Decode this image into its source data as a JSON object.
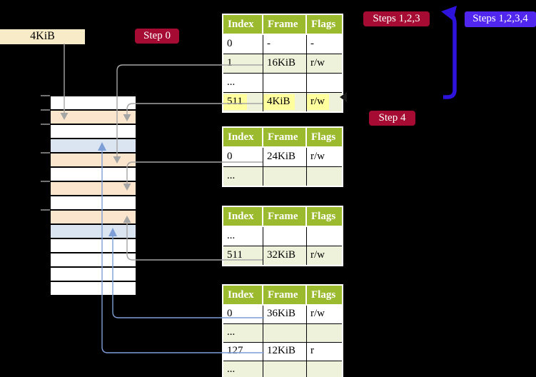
{
  "colors": {
    "background": "#000000",
    "table_header_green": "#9cba2e",
    "table_row_alt_green": "#eef2da",
    "highlight_yellow": "#ffff9e",
    "page_table_frame_peach": "#fce5cd",
    "data_page_blue": "#dbe5f2",
    "badge_red": "#a60c33",
    "badge_blue": "#5127ef",
    "loop_arrow_blue": "#2e13dc",
    "connector_gray": "#a6a6a6",
    "connector_blue": "#7d9ed6",
    "label_cream": "#f8ecc8"
  },
  "frame_size_label": "4KiB",
  "badges": {
    "step0": "Step 0",
    "steps123": "Steps 1,2,3",
    "steps1234": "Steps 1,2,3,4",
    "step4": "Step 4"
  },
  "memory_stack": {
    "rows": [
      {
        "type": "free"
      },
      {
        "type": "pt-frame"
      },
      {
        "type": "free"
      },
      {
        "type": "data-page"
      },
      {
        "type": "pt-frame"
      },
      {
        "type": "free"
      },
      {
        "type": "pt-frame"
      },
      {
        "type": "free"
      },
      {
        "type": "pt-frame"
      },
      {
        "type": "data-page"
      },
      {
        "type": "free"
      },
      {
        "type": "free"
      },
      {
        "type": "free"
      },
      {
        "type": "free"
      }
    ]
  },
  "tables": [
    {
      "headers": [
        "Index",
        "Frame",
        "Flags"
      ],
      "rows": [
        {
          "index": "0",
          "frame": "-",
          "flags": "-",
          "row_class": ""
        },
        {
          "index": "1",
          "frame": "16KiB",
          "flags": "r/w",
          "row_class": "alt"
        },
        {
          "index": "...",
          "frame": "",
          "flags": "",
          "row_class": ""
        },
        {
          "index": "511",
          "frame": "4KiB",
          "flags": "r/w",
          "row_class": "alt hl"
        }
      ]
    },
    {
      "headers": [
        "Index",
        "Frame",
        "Flags"
      ],
      "rows": [
        {
          "index": "0",
          "frame": "24KiB",
          "flags": "r/w",
          "row_class": ""
        },
        {
          "index": "...",
          "frame": "",
          "flags": "",
          "row_class": "alt"
        }
      ]
    },
    {
      "headers": [
        "Index",
        "Frame",
        "Flags"
      ],
      "rows": [
        {
          "index": "...",
          "frame": "",
          "flags": "",
          "row_class": ""
        },
        {
          "index": "511",
          "frame": "32KiB",
          "flags": "r/w",
          "row_class": "alt"
        }
      ]
    },
    {
      "headers": [
        "Index",
        "Frame",
        "Flags"
      ],
      "rows": [
        {
          "index": "0",
          "frame": "36KiB",
          "flags": "r/w",
          "row_class": ""
        },
        {
          "index": "...",
          "frame": "",
          "flags": "",
          "row_class": "alt"
        },
        {
          "index": "127",
          "frame": "12KiB",
          "flags": "r",
          "row_class": ""
        },
        {
          "index": "...",
          "frame": "",
          "flags": "",
          "row_class": "alt"
        }
      ]
    }
  ]
}
